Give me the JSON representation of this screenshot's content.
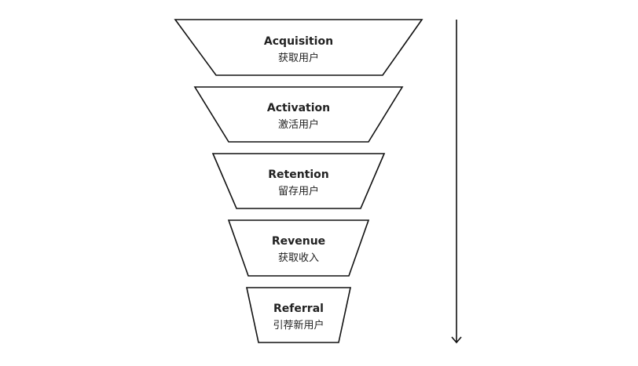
{
  "funnel": {
    "stages": [
      {
        "title": "Acquisition",
        "subtitle": "获取用户"
      },
      {
        "title": "Activation",
        "subtitle": "激活用户"
      },
      {
        "title": "Retention",
        "subtitle": "留存用户"
      },
      {
        "title": "Revenue",
        "subtitle": "获取收入"
      },
      {
        "title": "Referral",
        "subtitle": "引荐新用户"
      }
    ]
  },
  "colors": {
    "stroke": "#111111",
    "fill": "#ffffff",
    "text": "#222222"
  }
}
